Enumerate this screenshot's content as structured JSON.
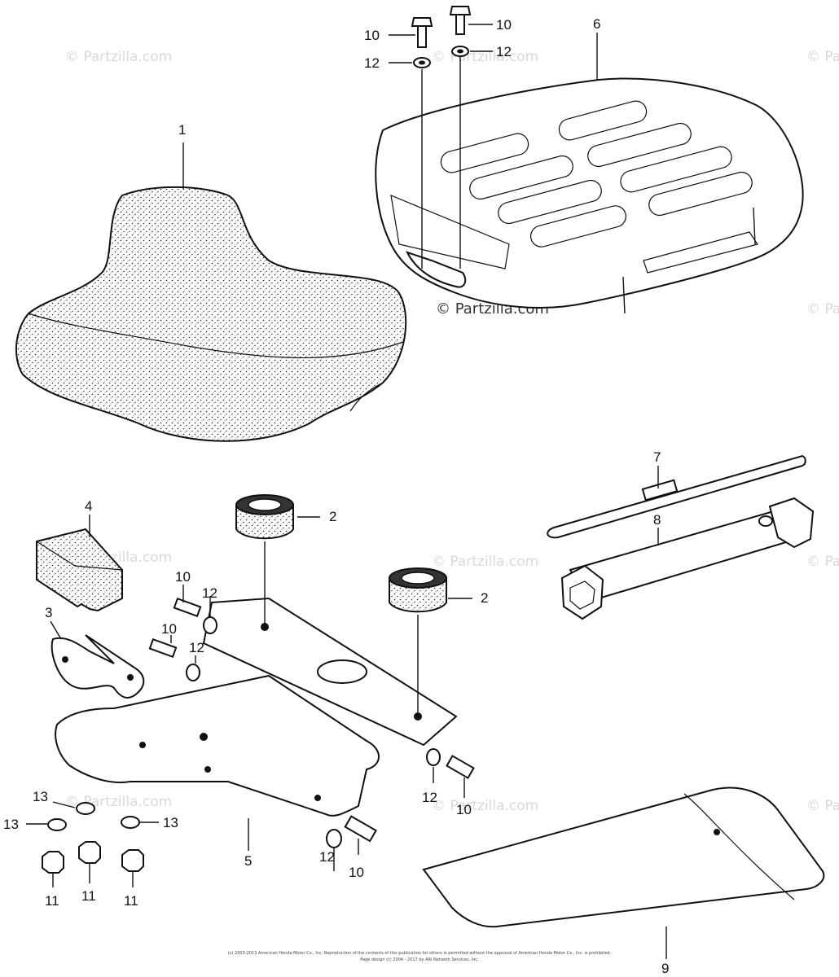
{
  "callouts": [
    {
      "id": "seat",
      "text": "1"
    },
    {
      "id": "cushion-a",
      "text": "2"
    },
    {
      "id": "cushion-b",
      "text": "2"
    },
    {
      "id": "bracket",
      "text": "3"
    },
    {
      "id": "rubber-block",
      "text": "4"
    },
    {
      "id": "seat-frame",
      "text": "5"
    },
    {
      "id": "luggage-rack",
      "text": "6"
    },
    {
      "id": "screwdriver",
      "text": "7"
    },
    {
      "id": "box-wrench",
      "text": "8"
    },
    {
      "id": "tool-bag",
      "text": "9"
    },
    {
      "id": "bolt-top-left",
      "text": "10"
    },
    {
      "id": "bolt-top-right",
      "text": "10"
    },
    {
      "id": "bolt-mid-a",
      "text": "10"
    },
    {
      "id": "bolt-mid-b",
      "text": "10"
    },
    {
      "id": "bolt-lower-right",
      "text": "10"
    },
    {
      "id": "bolt-bottom",
      "text": "10"
    },
    {
      "id": "nut-a",
      "text": "11"
    },
    {
      "id": "nut-b",
      "text": "11"
    },
    {
      "id": "nut-c",
      "text": "11"
    },
    {
      "id": "washer-top-left",
      "text": "12"
    },
    {
      "id": "washer-top-right",
      "text": "12"
    },
    {
      "id": "washer-mid-a",
      "text": "12"
    },
    {
      "id": "washer-mid-b",
      "text": "12"
    },
    {
      "id": "washer-lower-right",
      "text": "12"
    },
    {
      "id": "washer-bottom",
      "text": "12"
    },
    {
      "id": "small-washer-a",
      "text": "13"
    },
    {
      "id": "small-washer-b",
      "text": "13"
    },
    {
      "id": "small-washer-c",
      "text": "13"
    }
  ],
  "watermark": {
    "text": "© Partzilla.com"
  },
  "footer": {
    "line1": "(c) 2003-2013 American Honda Motor Co., Inc. Reproduction of the contents of this publication for others is permitted without the approval of American Honda Motor Co., Inc. is prohibited.",
    "line2": "Page design (c) 2004 - 2017 by ARI Network Services, Inc."
  }
}
